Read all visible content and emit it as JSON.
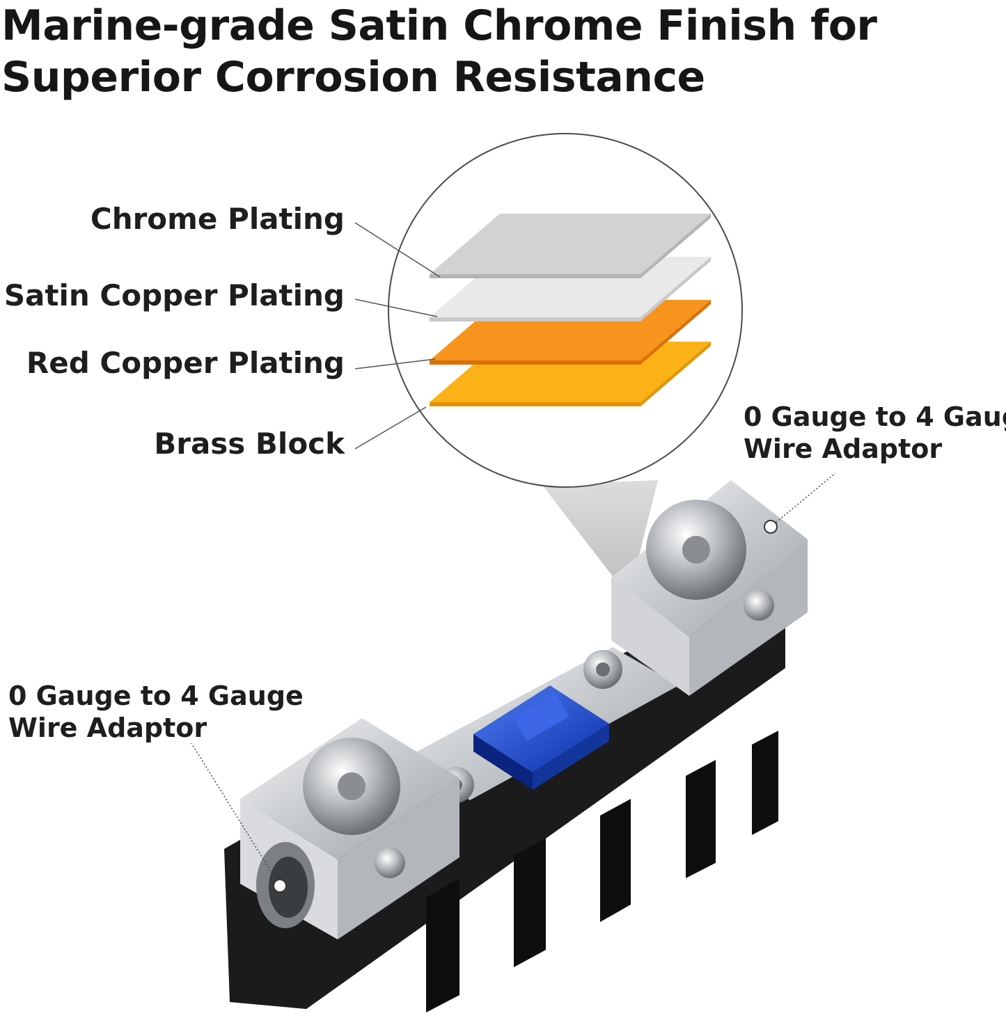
{
  "title": {
    "line1": "Marine-grade Satin Chrome Finish for",
    "line2": "Superior Corrosion Resistance"
  },
  "layers": [
    {
      "label": "Chrome Plating",
      "color": "#d4d4d4"
    },
    {
      "label": "Satin Copper Plating",
      "color": "#e8e8e8"
    },
    {
      "label": "Red Copper Plating",
      "color": "#f7941d"
    },
    {
      "label": "Brass Block",
      "color": "#fbb216"
    }
  ],
  "adaptors": {
    "right": {
      "line1": "0 Gauge to 4 Gaug",
      "line2": "Wire Adaptor"
    },
    "left": {
      "line1": "0 Gauge to 4 Gauge",
      "line2": "Wire Adaptor"
    }
  },
  "product": {
    "housing_color": "#1b1b1b",
    "metal_color": "#c9ccd0",
    "fuse_color": "#1f4fd8"
  }
}
